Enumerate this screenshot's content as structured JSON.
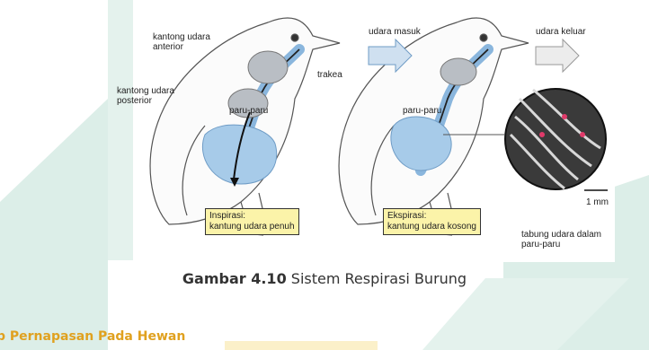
{
  "figure": {
    "labels": {
      "kantong_anterior": "kantong udara\nanterior",
      "kantong_posterior": "kantong udara\nposterior",
      "trakea": "trakea",
      "paru_left": "paru-paru",
      "paru_right": "paru-paru",
      "udara_masuk": "udara masuk",
      "udara_keluar": "udara keluar",
      "scale": "1 mm",
      "tabung": "tabung udara dalam\nparu-paru"
    },
    "box_inspirasi": "Inspirasi:\nkantung udara penuh",
    "box_ekspirasi": "Ekspirasi:\nkantung udara kosong"
  },
  "caption": {
    "prefix": "Gambar 4.10",
    "text": " Sistem Respirasi Burung"
  },
  "section_heading": "p Pernapasan Pada Hewan",
  "colors": {
    "watermark": "#dceee8",
    "accent": "#e0a11f",
    "air_sac": "#a7cbe9",
    "label_box": "#fbf3a9"
  }
}
